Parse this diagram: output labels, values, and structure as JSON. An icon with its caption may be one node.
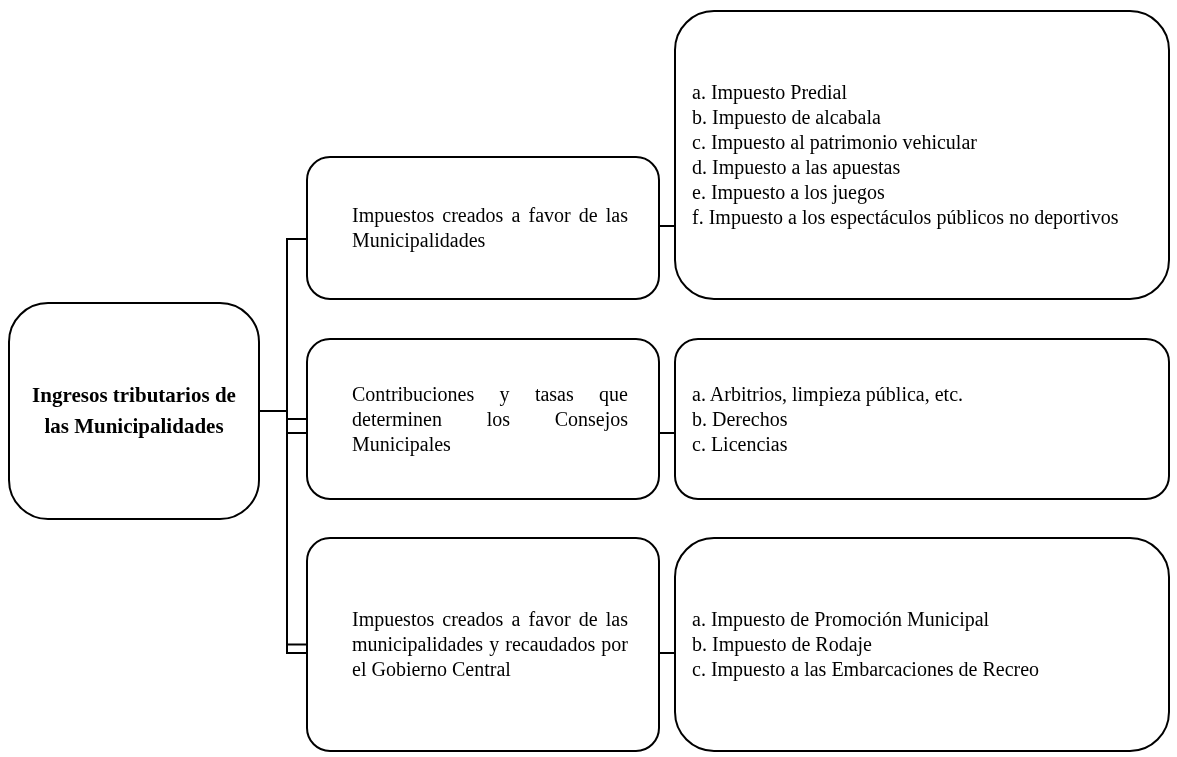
{
  "diagram": {
    "nodes": [
      {
        "text": [
          "Ingresos tributarios de las Municipalidades"
        ]
      },
      {
        "text": [
          "Impuestos creados a favor de las Municipalidades"
        ]
      },
      {
        "text": [
          "Contribuciones y tasas que determinen los Consejos Municipales"
        ]
      },
      {
        "text": [
          "Impuestos creados a favor de las municipalidades y recaudados por el Gobierno Central"
        ]
      },
      {
        "text": [
          "a. Impuesto Predial",
          "b. Impuesto de alcabala",
          "c. Impuesto al patrimonio vehicular",
          "d. Impuesto a las apuestas",
          "e. Impuesto a los juegos",
          "f. Impuesto a los espectáculos públicos no deportivos"
        ]
      },
      {
        "text": [
          "a. Arbitrios, limpieza pública, etc.",
          "b. Derechos",
          "c. Licencias"
        ]
      },
      {
        "text": [
          "a. Impuesto de Promoción Municipal",
          "b. Impuesto de Rodaje",
          "c. Impuesto a las Embarcaciones de Recreo"
        ]
      }
    ],
    "edges": [
      {
        "from": 0,
        "to": 1,
        "arrow": "none"
      },
      {
        "from": 0,
        "to": 2,
        "arrow": "none"
      },
      {
        "from": 0,
        "to": 3,
        "arrow": "none"
      },
      {
        "from": 1,
        "to": 4,
        "arrow": "none"
      },
      {
        "from": 2,
        "to": 5,
        "arrow": "none"
      },
      {
        "from": 3,
        "to": 6,
        "arrow": "none"
      }
    ]
  }
}
